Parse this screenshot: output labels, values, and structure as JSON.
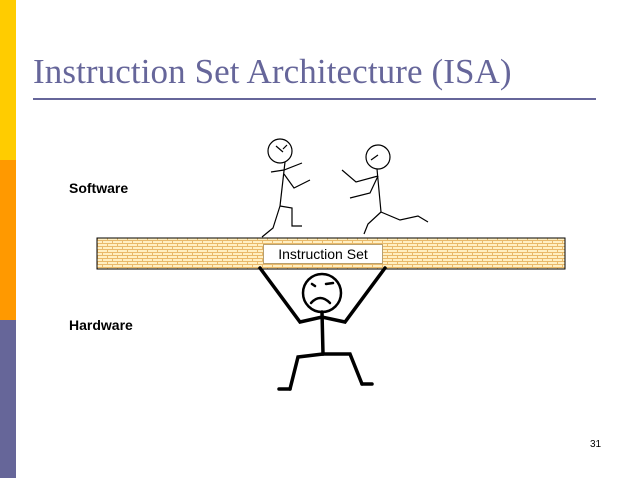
{
  "slide": {
    "title": "Instruction Set Architecture (ISA)",
    "software_label": "Software",
    "hardware_label": "Hardware",
    "beam_label": "Instruction Set",
    "slide_number": "31"
  },
  "colors": {
    "title": "#66669A",
    "bar_top": "#FFCC00",
    "bar_middle": "#FF9900",
    "bar_bottom": "#666699",
    "beam_fill": "#FFEFC2",
    "beam_pattern": "#E9B96A"
  }
}
